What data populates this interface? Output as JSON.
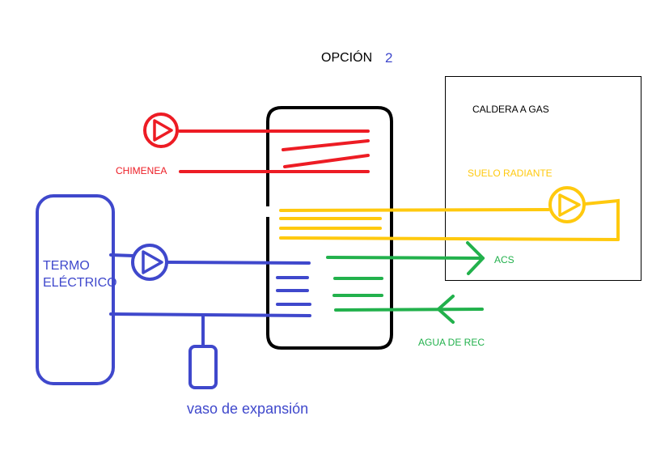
{
  "title": {
    "text": "OPCIÓN",
    "number": "2"
  },
  "labels": {
    "caldera": "CALDERA A GAS",
    "chimenea": "CHIMENEA",
    "suelo_radiante": "SUELO RADIANTE",
    "acs": "ACS",
    "agua_de_red": "AGUA DE REC",
    "termo_line1": "TERMO",
    "termo_line2": "ELÉCTRICO",
    "vaso": "vaso de expansión"
  },
  "colors": {
    "chimenea_circuit": "#ed1c24",
    "suelo_circuit": "#ffc90e",
    "termo_circuit": "#3f48cc",
    "acs_circuit": "#22b14c",
    "tank_outline": "#000000"
  },
  "icons": [
    "pump-icon",
    "arrow-right-icon",
    "arrow-left-icon"
  ]
}
